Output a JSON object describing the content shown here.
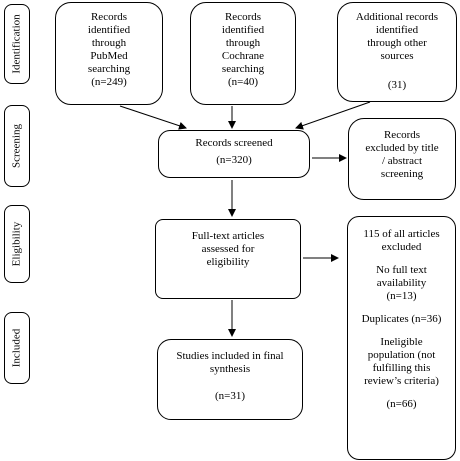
{
  "stages": [
    "Identification",
    "Screening",
    "Eligibility",
    "Included"
  ],
  "boxes": {
    "pubmed": [
      "Records",
      "identified",
      "through",
      "PubMed",
      "searching",
      "(n=249)"
    ],
    "cochrane": [
      "Records",
      "identified",
      "through",
      "Cochrane",
      "searching",
      "(n=40)"
    ],
    "other": [
      "Additional records",
      "identified",
      "through other",
      "sources",
      "(31)"
    ],
    "screened": [
      "Records screened",
      "(n=320)"
    ],
    "excluded_title": [
      "Records",
      "excluded by title",
      "/ abstract",
      "screening"
    ],
    "fulltext": [
      "Full-text articles",
      "assessed for",
      "eligibility"
    ],
    "excluded_full": [
      "115 of all articles",
      "excluded",
      "No full text",
      "availability",
      "(n=13)",
      "Duplicates (n=36)",
      "Ineligible",
      "population (not",
      "fulfilling this",
      "review’s criteria)",
      "(n=66)"
    ],
    "included": [
      "Studies included in final",
      "synthesis",
      "(n=31)"
    ]
  }
}
